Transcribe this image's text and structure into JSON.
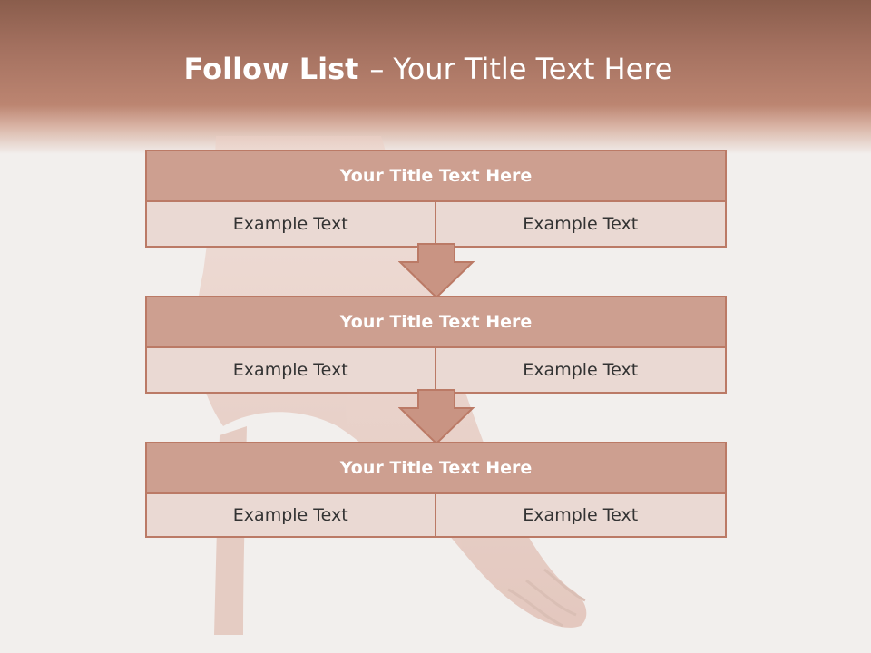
{
  "slide": {
    "title_bold": "Follow List",
    "title_dash": "–",
    "title_rest": "Your Title Text Here"
  },
  "steps": [
    {
      "title": "Your Title Text Here",
      "left": "Example Text",
      "right": "Example Text"
    },
    {
      "title": "Your Title Text Here",
      "left": "Example Text",
      "right": "Example Text"
    },
    {
      "title": "Your Title Text Here",
      "left": "Example Text",
      "right": "Example Text"
    }
  ],
  "colors": {
    "header": "#a3705f",
    "block_title": "#cd9f90",
    "block_cell": "#ead9d3",
    "border": "#bb7a66"
  }
}
